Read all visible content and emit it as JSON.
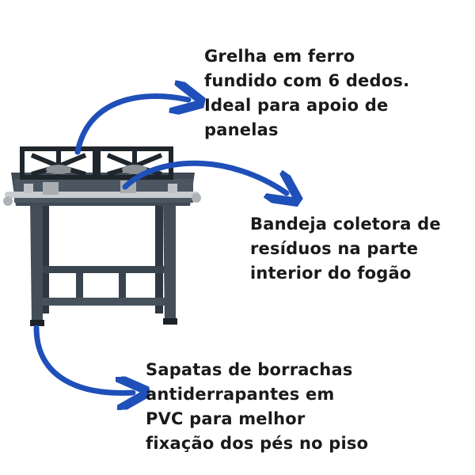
{
  "annotations": {
    "grate": {
      "lines": [
        "Grelha em ferro",
        "fundido com 6 dedos.",
        "Ideal para apoio de",
        "panelas"
      ]
    },
    "tray": {
      "lines": [
        "Bandeja coletora de",
        "resíduos na parte",
        "interior do fogão"
      ]
    },
    "feet": {
      "lines": [
        "Sapatas de borrachas",
        "antiderrapantes em",
        "PVC para melhor",
        "fixação dos pés no piso"
      ]
    }
  },
  "colors": {
    "arrow": "#1f4fb8",
    "stove_body": "#3f4a55",
    "stove_dark": "#262d34",
    "chrome": "#c9ccd0",
    "text": "#1a1a1a"
  }
}
